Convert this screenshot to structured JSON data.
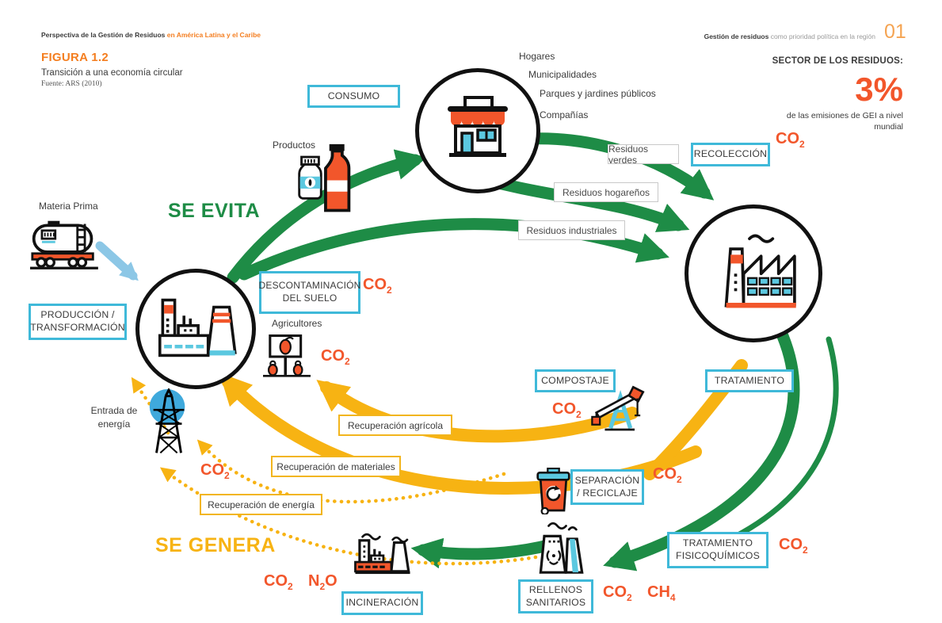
{
  "palette": {
    "green": "#1E8C46",
    "yellow": "#F7B313",
    "orange": "#F2562B",
    "cyan_border": "#3FB9D9",
    "icon_cyan": "#5BC8E0",
    "blue_circle": "#3FA9DC",
    "blue_arrow": "#8CC7E6",
    "heading_orange": "#F47E20",
    "page_number_orange": "#F5A452"
  },
  "header": {
    "left_bold": "Perspectiva de la Gestión de Residuos",
    "left_orange": "en América Latina y el Caribe",
    "right_bold": "Gestión de residuos",
    "right_gray": "como prioridad política en la región",
    "page_number": "01"
  },
  "figure": {
    "label": "FIGURA 1.2",
    "title": "Transición a una economía circular",
    "source": "Fuente: ARS (2010)"
  },
  "stat": {
    "heading": "SECTOR DE LOS RESIDUOS:",
    "value": "3%",
    "caption": "de las emisiones de GEI a nivel mundial"
  },
  "generators": [
    "Hogares",
    "Municipalidades",
    "Parques y jardines públicos",
    "Compañías"
  ],
  "process": {
    "consumo": "CONSUMO",
    "recoleccion": "RECOLECCIÓN",
    "produccion": "PRODUCCIÓN / TRANSFORMACIÓN",
    "descontaminacion": "DESCONTAMINACIÓN DEL SUELO",
    "compostaje": "COMPOSTAJE",
    "tratamiento": "TRATAMIENTO",
    "separacion": "SEPARACIÓN / RECICLAJE",
    "tratamiento_fisicoquimicos": "TRATAMIENTO FISICOQUÍMICOS",
    "incineracion": "INCINERACIÓN",
    "rellenos": "RELLENOS SANITARIOS"
  },
  "streams": [
    "Residuos verdes",
    "Residuos hogareños",
    "Residuos industriales"
  ],
  "recovery": [
    "Recuperación agrícola",
    "Recuperación de materiales",
    "Recuperación de energía"
  ],
  "labels": {
    "productos": "Productos",
    "materia_prima": "Materia Prima",
    "agricultores": "Agricultores",
    "entrada_energia": "Entrada de energía",
    "se_evita": "SE EVITA",
    "se_genera": "SE GENERA"
  },
  "emissions": {
    "recoleccion": "CO_2",
    "descontaminacion": "CO_2",
    "agricultores": "CO_2",
    "compostaje": "CO_2",
    "separacion": "CO_2",
    "tratamiento_fisicoquimicos": "CO_2",
    "energia": "CO_2",
    "incineracion_co2": "CO_2",
    "incineracion_n2o": "N_2O",
    "rellenos_co2": "CO_2",
    "rellenos_ch4": "CH_4"
  },
  "icons": {
    "consumo": "store-icon",
    "recoleccion_tratamiento": "factory-icon",
    "produccion": "production-plant-icon",
    "materia_prima": "tanker-railcar-icon",
    "productos": "bottles-icon",
    "agricultores": "farmers-sign-icon",
    "energia": "power-pylon-icon",
    "compostaje": "oil-derrick-icon",
    "separacion": "recycle-bin-icon",
    "incineracion": "incinerator-icon",
    "rellenos": "cooling-towers-icon"
  }
}
